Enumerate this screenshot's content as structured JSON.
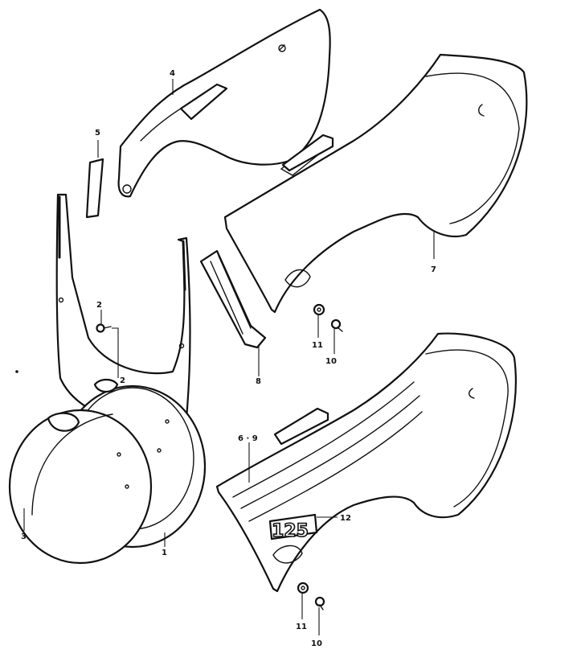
{
  "diagram": {
    "callouts": {
      "c1": "1",
      "c2": "2",
      "c3": "3",
      "c4": "4",
      "c5": "5",
      "c7": "7",
      "c8": "8",
      "c69": "6 · 9",
      "c10a": "10",
      "c11a": "11",
      "c10b": "10",
      "c11b": "11",
      "c12": "12"
    },
    "emblem_text": "125"
  }
}
